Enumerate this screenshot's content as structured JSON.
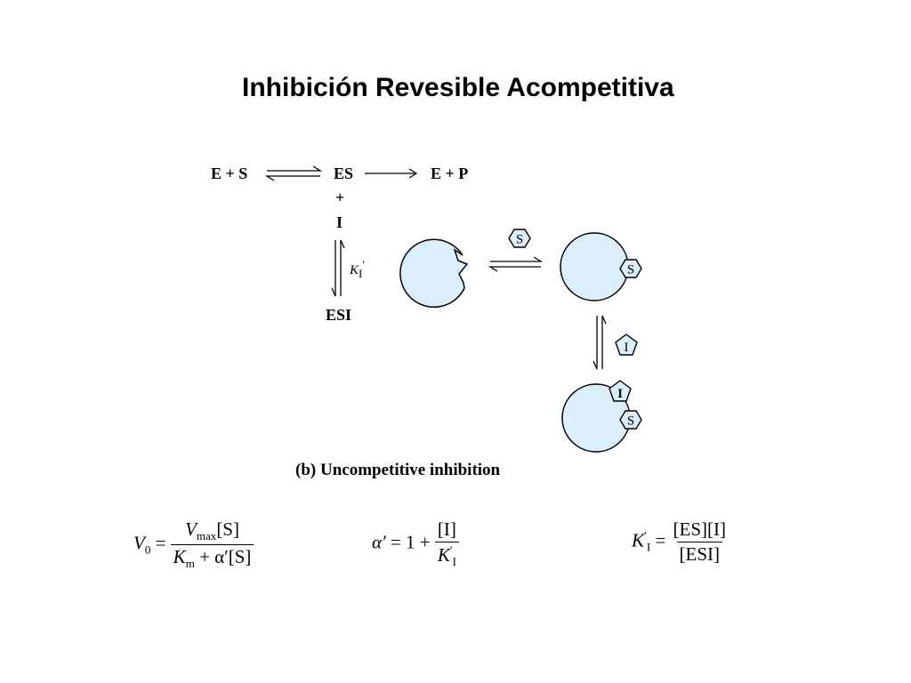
{
  "slide": {
    "title": "Inhibición Revesible Acompetitiva"
  },
  "scheme": {
    "e_plus_s": "E + S",
    "es": "ES",
    "e_plus_p": "E + P",
    "plus": "+",
    "inhibitor": "I",
    "ki_symbol": "K",
    "ki_sub": "I",
    "ki_prime": "′",
    "esi": "ESI"
  },
  "cartoon": {
    "substrate_label": "S",
    "inhibitor_label": "I",
    "enzyme_fill": "#dbeefc"
  },
  "caption": "(b) Uncompetitive inhibition",
  "equations": {
    "v0": {
      "lhs": "V",
      "lhs_sub": "0",
      "equals": "=",
      "num_v": "V",
      "num_sub": "max",
      "num_tail": "[S]",
      "den_k": "K",
      "den_sub": "m",
      "den_tail": "+ α′[S]"
    },
    "alpha": {
      "lhs": "α′",
      "equals": "=",
      "one_plus": "1 +",
      "num": "[I]",
      "den_k": "K",
      "den_prime": "′",
      "den_sub": "I"
    },
    "ki": {
      "lhs_k": "K",
      "lhs_prime": "′",
      "lhs_sub": "I",
      "equals": "=",
      "num": "[ES][I]",
      "den": "[ESI]"
    }
  }
}
